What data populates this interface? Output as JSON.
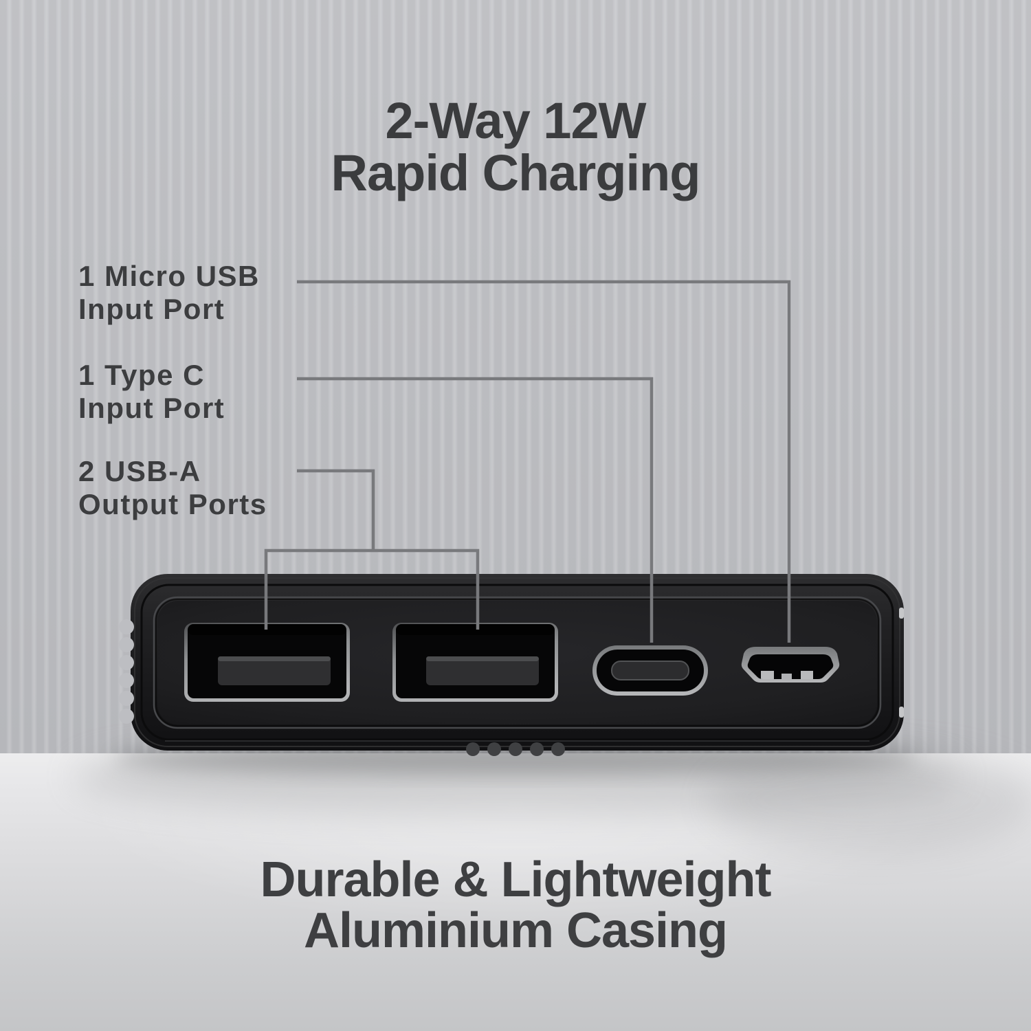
{
  "title": {
    "line1": "2-Way 12W",
    "line2": "Rapid Charging"
  },
  "callouts": [
    {
      "label_line1": "1 Micro USB",
      "label_line2": "Input Port",
      "target": "micro-usb-input-port"
    },
    {
      "label_line1": "1 Type C",
      "label_line2": "Input Port",
      "target": "type-c-input-port"
    },
    {
      "label_line1": "2 USB-A",
      "label_line2": "Output Ports",
      "target": "usb-a-output-ports"
    }
  ],
  "footer": {
    "line1": "Durable & Lightweight",
    "line2": "Aluminium Casing"
  },
  "device": {
    "name": "power bank front panel with charging ports",
    "ports": [
      {
        "name": "USB-A output port 1"
      },
      {
        "name": "USB-A output port 2"
      },
      {
        "name": "USB Type-C input port"
      },
      {
        "name": "Micro USB input port"
      }
    ],
    "led_bump_count": 5
  },
  "colors": {
    "text": "#3b3c3e",
    "callout_line": "#78797c",
    "wall_stripe_dark": "#bcbdc1",
    "wall_stripe_light": "#cacbce",
    "floor_light": "#ededee",
    "floor_dark": "#c4c5c7",
    "device_body": "#1d1d1f",
    "port_rim_silver": "#a8aaac",
    "port_interior": "#060607"
  }
}
